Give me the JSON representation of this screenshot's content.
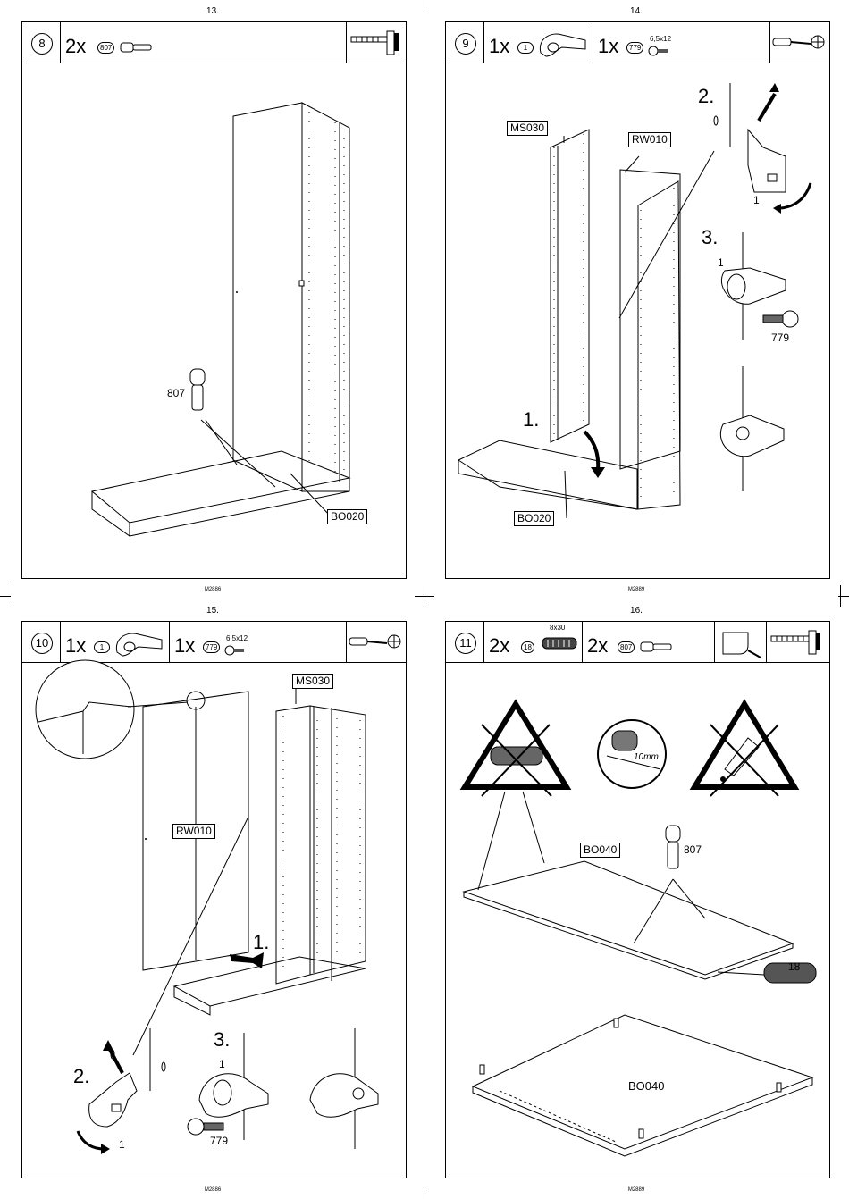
{
  "pages": {
    "p13": "13.",
    "p14": "14.",
    "p15": "15.",
    "p16": "16."
  },
  "footer_codes": {
    "c8": "M2886",
    "c9": "M2889",
    "c10": "M2886",
    "c11": "M2889"
  },
  "step8": {
    "number": "8",
    "qty": "2x",
    "part": "807",
    "callout_807": "807",
    "tag_bo020": "BO020",
    "tool": "hammer-icon"
  },
  "step9": {
    "number": "9",
    "qty1": "1x",
    "part1": "1",
    "qty2": "1x",
    "part2": "779",
    "spec": "6,5x12",
    "tag_ms030": "MS030",
    "tag_rw010": "RW010",
    "tag_bo020": "BO020",
    "step1": "1.",
    "step2": "2.",
    "step3": "3.",
    "lbl_1a": "1",
    "lbl_1b": "1",
    "lbl_779": "779"
  },
  "step10": {
    "number": "10",
    "qty1": "1x",
    "part1": "1",
    "qty2": "1x",
    "part2": "779",
    "spec": "6,5x12",
    "tag_ms030": "MS030",
    "tag_rw010": "RW010",
    "step1": "1.",
    "step2": "2.",
    "step3": "3.",
    "lbl_1a": "1",
    "lbl_1b": "1",
    "lbl_779": "779"
  },
  "step11": {
    "number": "11",
    "qty1": "2x",
    "part1": "18",
    "spec": "8x30",
    "qty2": "2x",
    "part2": "807",
    "dim": "10mm",
    "tag_bo040": "BO040",
    "lbl_807": "807",
    "lbl_18": "18",
    "lbl_bo040": "BO040"
  }
}
